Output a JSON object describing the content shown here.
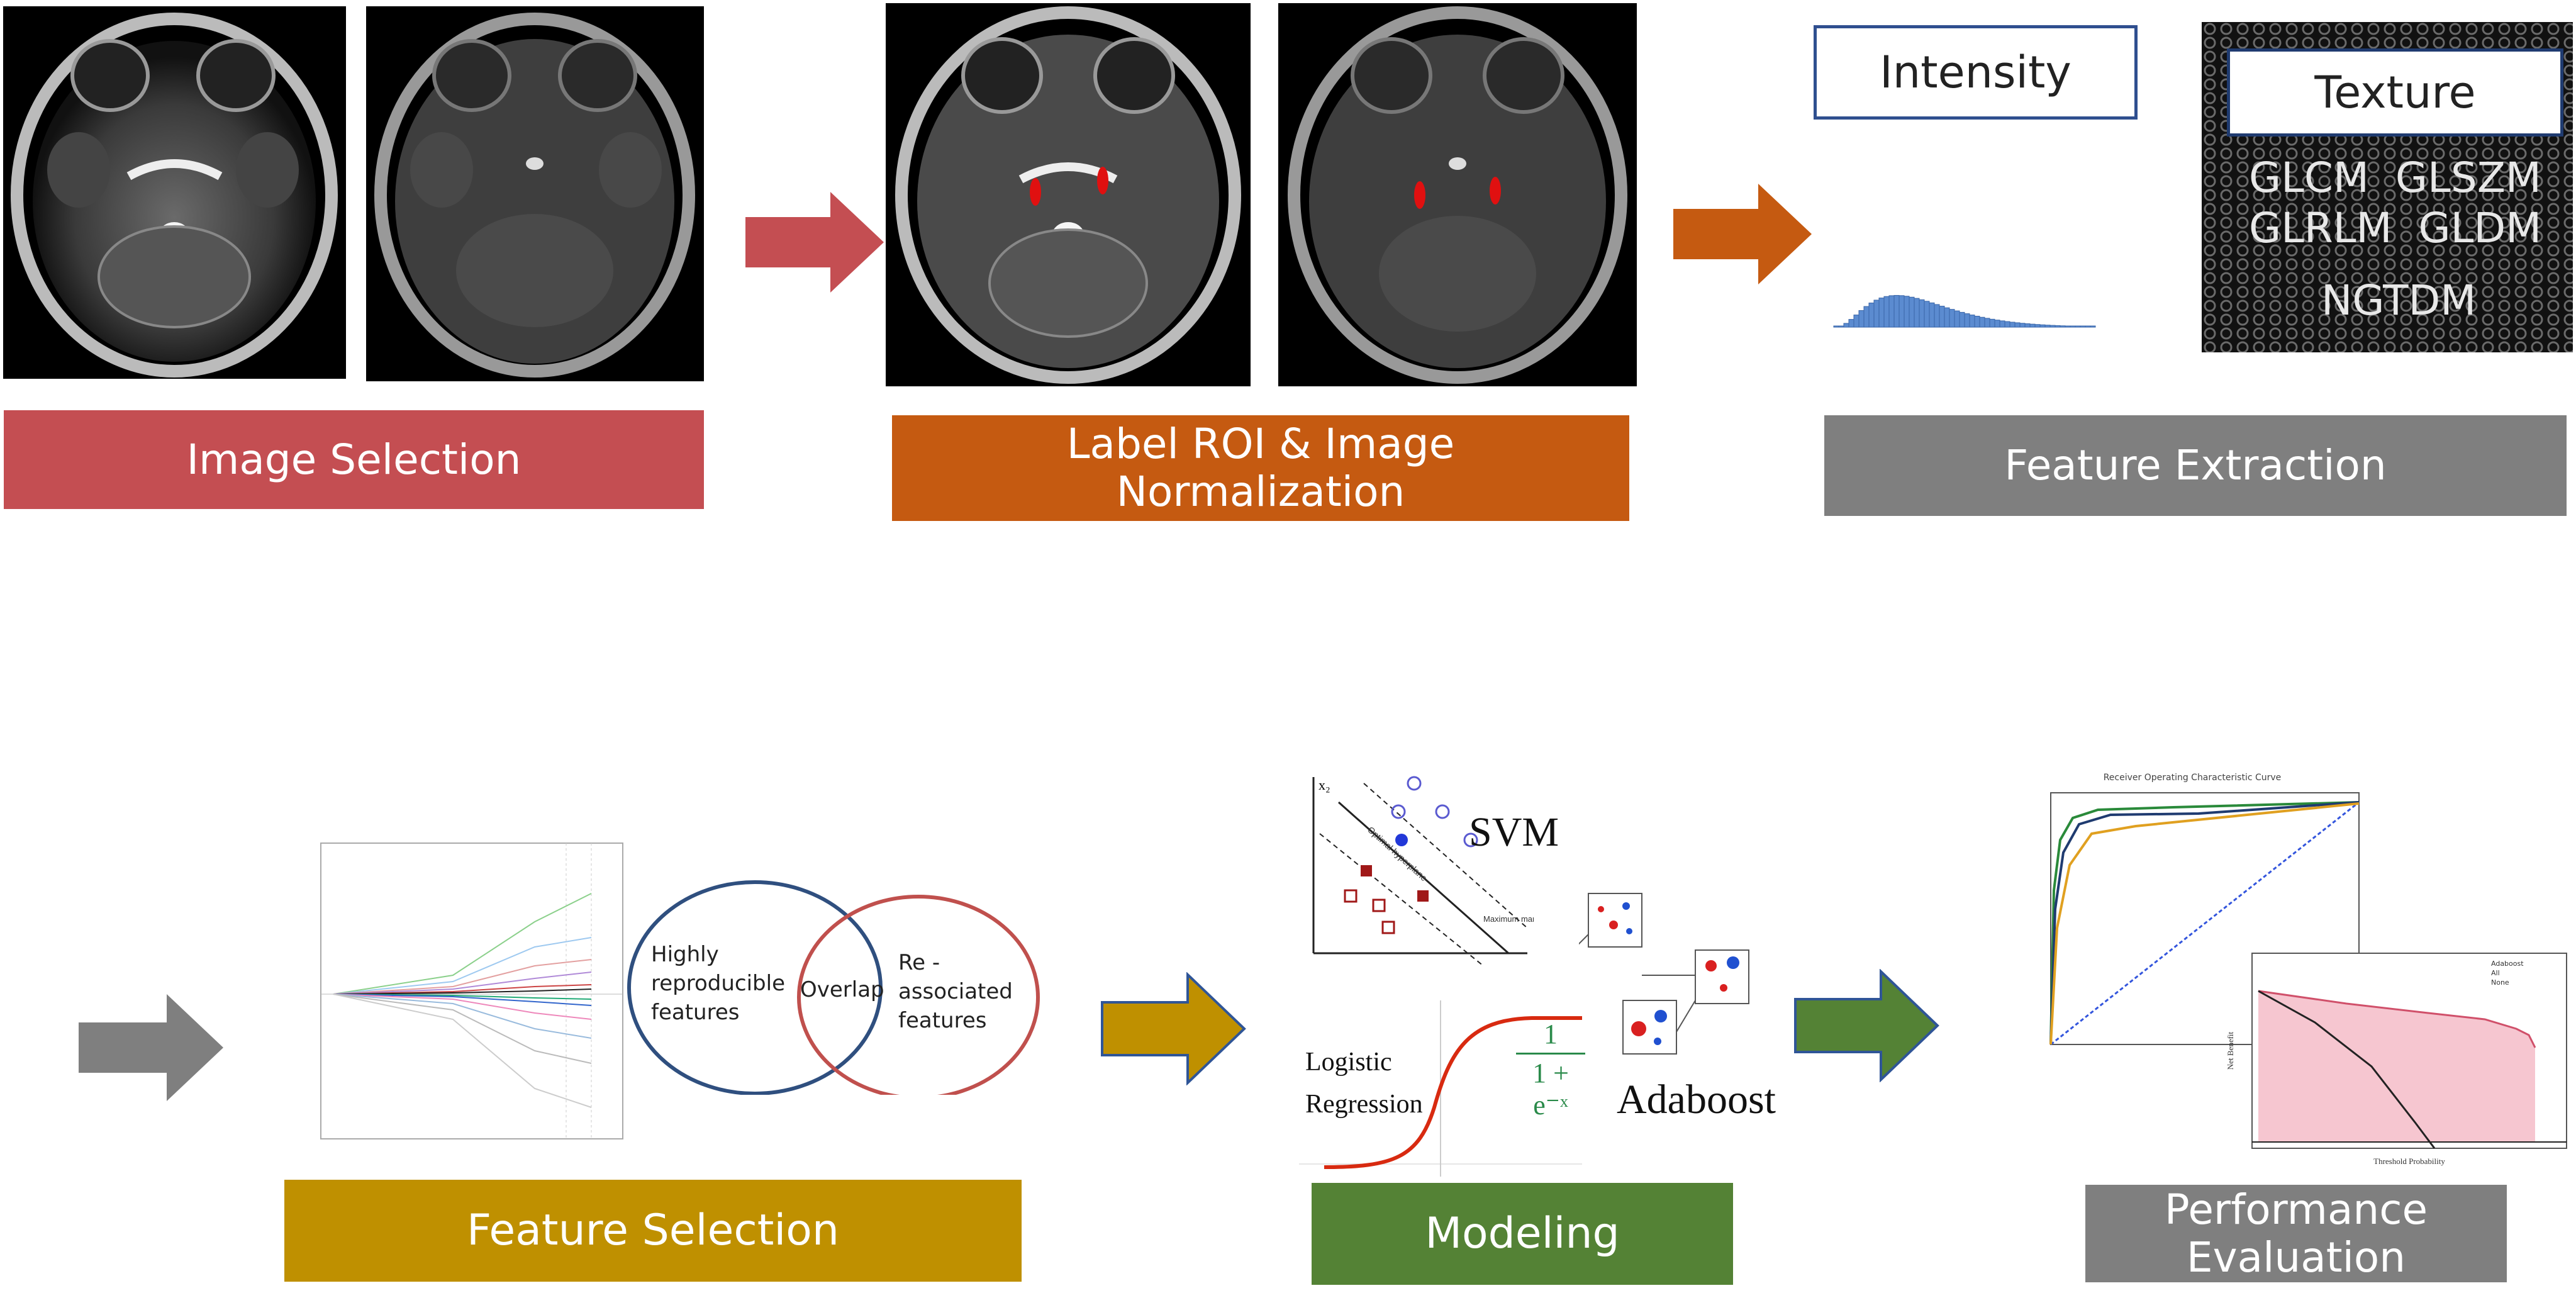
{
  "steps": {
    "image_selection": "Image Selection",
    "label_roi": "Label ROI & Image Normalization",
    "feature_extraction": "Feature Extraction",
    "feature_selection": "Feature Selection",
    "modeling": "Modeling",
    "performance_evaluation": "Performance Evaluation"
  },
  "colors": {
    "image_selection": "#C44E52",
    "label_roi": "#C55A11",
    "feature_extraction": "#7F7F7F",
    "feature_selection": "#BF9000",
    "modeling": "#548235",
    "performance_evaluation": "#7F7F7F"
  },
  "feature_extraction": {
    "intensity_label": "Intensity",
    "texture_label": "Texture",
    "texture_line1": "GLCM  GLSZM",
    "texture_line2": "GLRLM  GLDM",
    "texture_line3": "NGTDM"
  },
  "feature_selection": {
    "venn_left": "Highly reproducible features",
    "venn_overlap": "Overlap",
    "venn_right": "Re -associated features"
  },
  "modeling": {
    "svm_label": "SVM",
    "logistic_label": "Logistic Regression",
    "adaboost_label": "Adaboost",
    "sigmoid_numerator": "1",
    "sigmoid_denominator": "1 + e⁻ˣ",
    "svm_axis_label": "x₂",
    "svm_hyperplane_label": "Optimal hyperplane",
    "svm_margin_label": "Maximum margin"
  },
  "performance": {
    "roc_title": "Receiver Operating Characteristic Curve",
    "dca_xlabel": "Threshold Probability",
    "dca_ylabel": "Net Benefit",
    "dca_legend": [
      "Adaboost",
      "All",
      "None"
    ]
  }
}
